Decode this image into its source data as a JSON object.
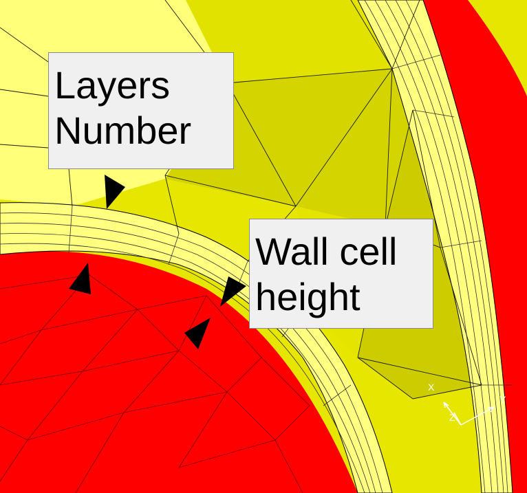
{
  "callouts": {
    "layers": {
      "line1": "Layers",
      "line2": "Number"
    },
    "wall": {
      "line1": "Wall cell",
      "line2": "height"
    }
  },
  "axis_triad": {
    "x": "X",
    "y": "Y",
    "z": "Z"
  },
  "colors": {
    "mesh_yellow": "#e6e600",
    "mesh_pale": "#ffff80",
    "mesh_shade": "#c8c800",
    "solid_red": "#ff0000",
    "callout_bg": "#f0f0f0",
    "arrow": "#000000"
  }
}
